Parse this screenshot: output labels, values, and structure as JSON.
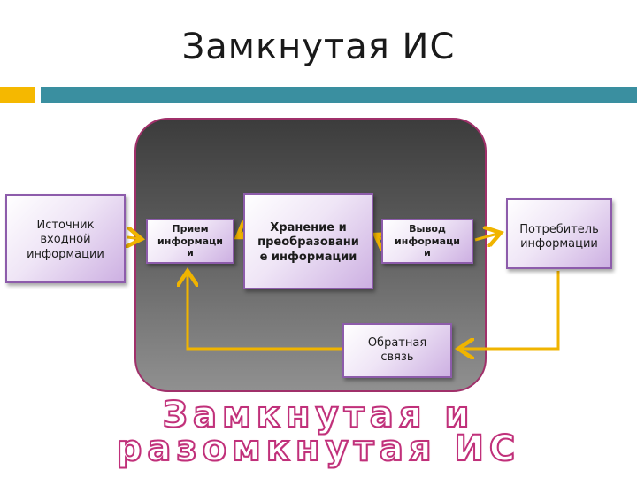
{
  "slide": {
    "title": "Замкнутая ИС"
  },
  "diagram": {
    "source": [
      "Источник",
      "входной",
      "информации"
    ],
    "receive": [
      "Прием",
      "информаци",
      "и"
    ],
    "storage": [
      "Хранение и",
      "преобразовани",
      "е информации"
    ],
    "output": [
      "Вывод",
      "информаци",
      "и"
    ],
    "consumer": [
      "Потребитель",
      "информации"
    ],
    "feedback": [
      "Обратная",
      "связь"
    ]
  },
  "wordart": {
    "line1": "Замкнутая и",
    "line2": "разомкнутая ИС"
  },
  "colors": {
    "accent_yellow": "#f5b800",
    "accent_teal": "#3a8fa0",
    "arrow": "#f0b400",
    "box_border": "#8d5cab",
    "wordart_outline": "#c0307a"
  }
}
